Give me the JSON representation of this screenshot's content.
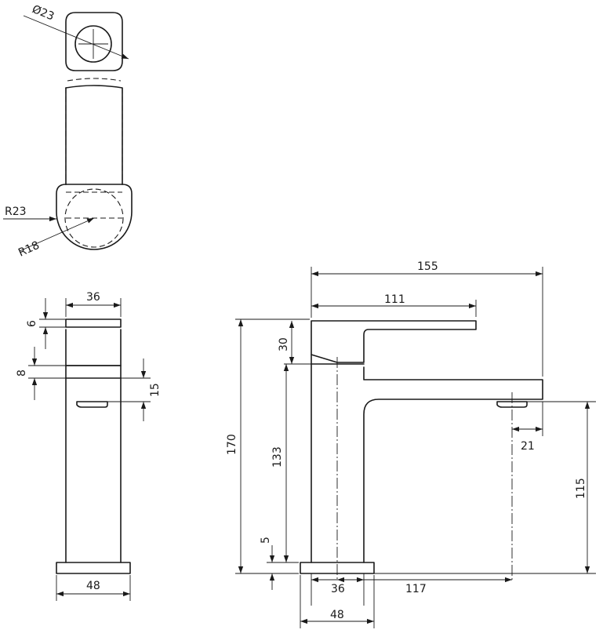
{
  "top_view": {
    "dia_23": "Ø23",
    "r_23": "R23",
    "r_18": "R18"
  },
  "side_view": {
    "w_36": "36",
    "h_6": "6",
    "h_8": "8",
    "h_15": "15",
    "w_48": "48"
  },
  "front_view": {
    "w_155": "155",
    "w_111": "111",
    "h_30": "30",
    "h_170": "170",
    "h_133": "133",
    "h_5": "5",
    "w_21": "21",
    "h_115": "115",
    "w_36": "36",
    "w_117": "117",
    "w_48": "48"
  }
}
